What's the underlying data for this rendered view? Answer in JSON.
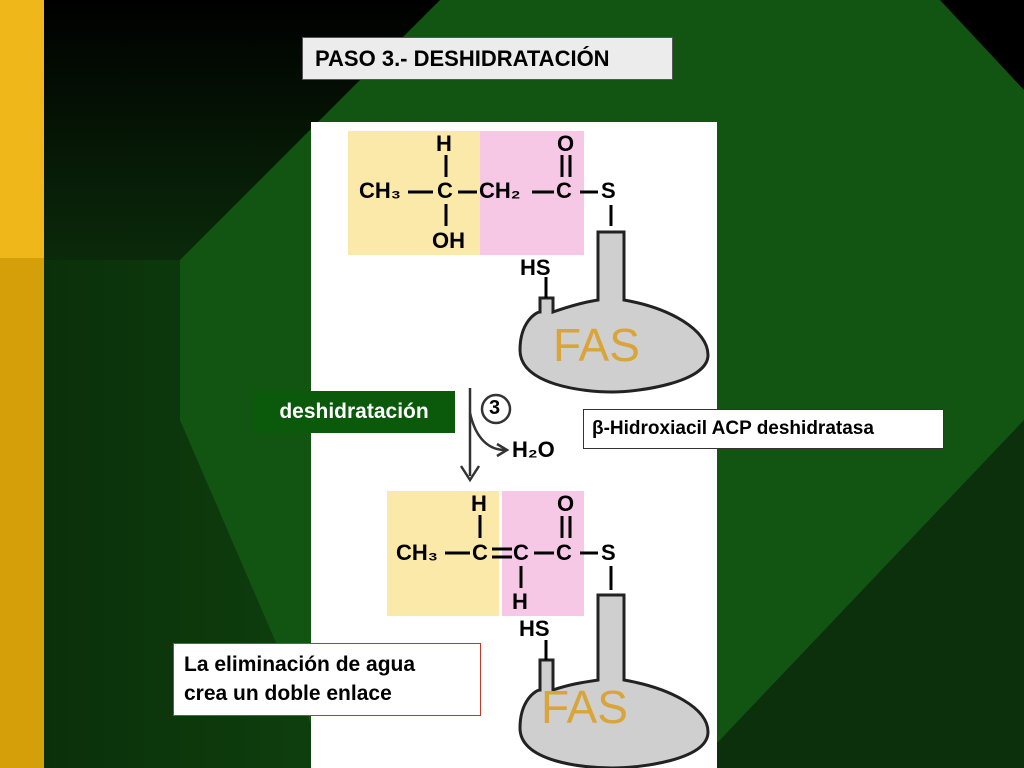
{
  "slide": {
    "title": "PASO 3.- DESHIDRATACIÓN",
    "step_label": "deshidratación",
    "enzyme_label": "β-Hidroxiacil ACP deshidratasa",
    "note_line1": "La eliminación de agua",
    "note_line2": "crea un doble enlace"
  },
  "reaction": {
    "step_number": "3",
    "byproduct": "H₂O",
    "top_molecule": {
      "h_top": "H",
      "ch3": "CH₃",
      "c_alpha": "C",
      "ch2": "CH₂",
      "c_carbonyl": "C",
      "o": "O",
      "s": "S",
      "oh": "OH",
      "hs": "HS",
      "enzyme": "FAS"
    },
    "bottom_molecule": {
      "h_top": "H",
      "ch3": "CH₃",
      "c_beta": "C",
      "c_alpha": "C",
      "c_carbonyl": "C",
      "o": "O",
      "s": "S",
      "h_bottom": "H",
      "hs": "HS",
      "enzyme": "FAS"
    }
  },
  "colors": {
    "yellow_highlight": "#fbe9a9",
    "pink_highlight": "#f7c7e6",
    "enzyme_fill": "#cfcfcf",
    "fas_text": "#d9a53a",
    "label_green": "#0b5a0b"
  }
}
